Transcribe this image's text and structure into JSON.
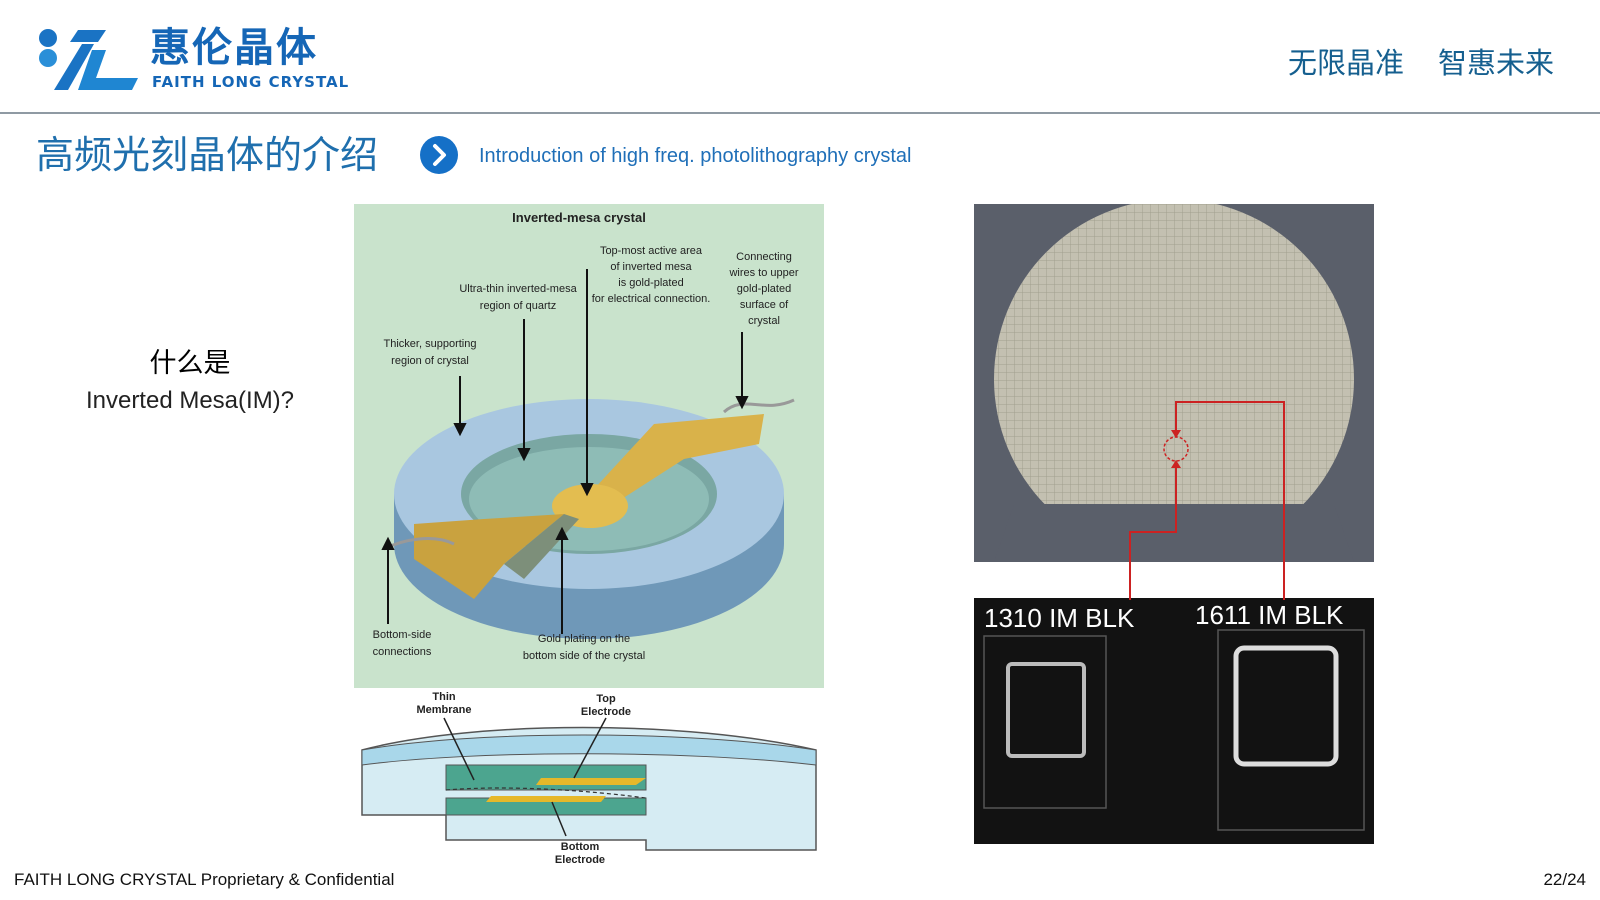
{
  "header": {
    "brand_cn": "惠伦晶体",
    "brand_en": "FAITH LONG CRYSTAL",
    "slogan_1": "无限晶准",
    "slogan_2": "智惠未来",
    "brand_color": "#1566b6"
  },
  "slide": {
    "title_cn": "高频光刻晶体的介绍",
    "title_en": "Introduction of high freq. photolithography crystal",
    "question_cn": "什么是",
    "question_en": "Inverted Mesa(IM)?"
  },
  "figure_inverted_mesa": {
    "title": "Inverted-mesa crystal",
    "label_top_active": [
      "Top-most active area",
      "of inverted mesa",
      "is gold-plated",
      "for electrical connection."
    ],
    "label_ultra_thin": [
      "Ultra-thin inverted-mesa",
      "region of quartz"
    ],
    "label_connecting": [
      "Connecting",
      "wires to upper",
      "gold-plated",
      "surface of",
      "crystal"
    ],
    "label_thicker": [
      "Thicker, supporting",
      "region of crystal"
    ],
    "label_bottom_side": [
      "Bottom-side",
      "connections"
    ],
    "label_gold_bottom": [
      "Gold plating on the",
      "bottom side of the crystal"
    ]
  },
  "figure_cross_section": {
    "label_thin": [
      "Thin",
      "Membrane"
    ],
    "label_top": [
      "Top",
      "Electrode"
    ],
    "label_bottom": [
      "Bottom",
      "Electrode"
    ]
  },
  "figure_wafer": {
    "label_1310": "1310 IM BLK",
    "label_1611": "1611 IM BLK",
    "marker_color": "#cc2222"
  },
  "footer": {
    "confidential": "FAITH LONG CRYSTAL Proprietary & Confidential",
    "page": "22/24"
  }
}
